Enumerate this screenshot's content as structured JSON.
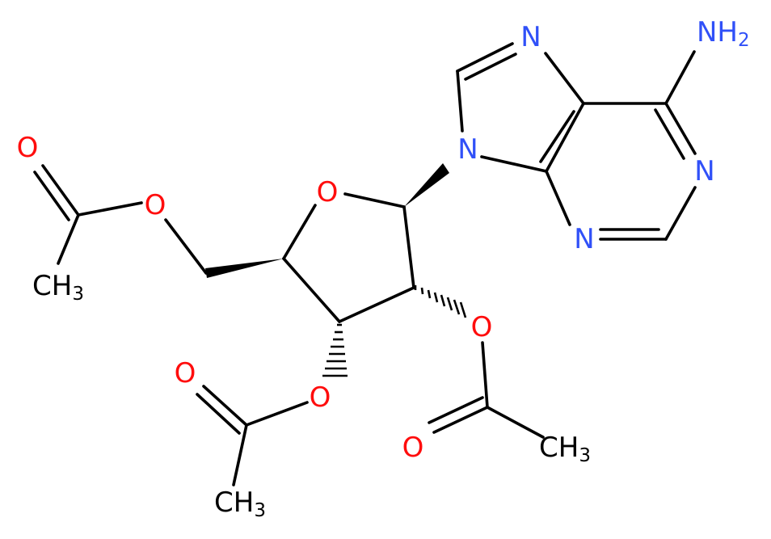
{
  "colors": {
    "background": "#ffffff",
    "bond": "#000000",
    "oxygen": "#ff0d0d",
    "nitrogen": "#3050f8",
    "carbon": "#000000"
  },
  "labels": {
    "ring_oxygen": "O",
    "n9": "N",
    "n7": "N",
    "n1": "N",
    "n3": "N",
    "amine": {
      "main": "NH",
      "sub": "2"
    },
    "ester5_o": "O",
    "ester5_carbonyl_o": "O",
    "ester5_methyl": {
      "main": "CH",
      "sub": "3"
    },
    "ester3_o": "O",
    "ester3_carbonyl_o": "O",
    "ester3_methyl": {
      "main": "CH",
      "sub": "3"
    },
    "ester2_o": "O",
    "ester2_carbonyl_o": "O",
    "ester2_methyl": {
      "main": "CH",
      "sub": "3"
    }
  }
}
